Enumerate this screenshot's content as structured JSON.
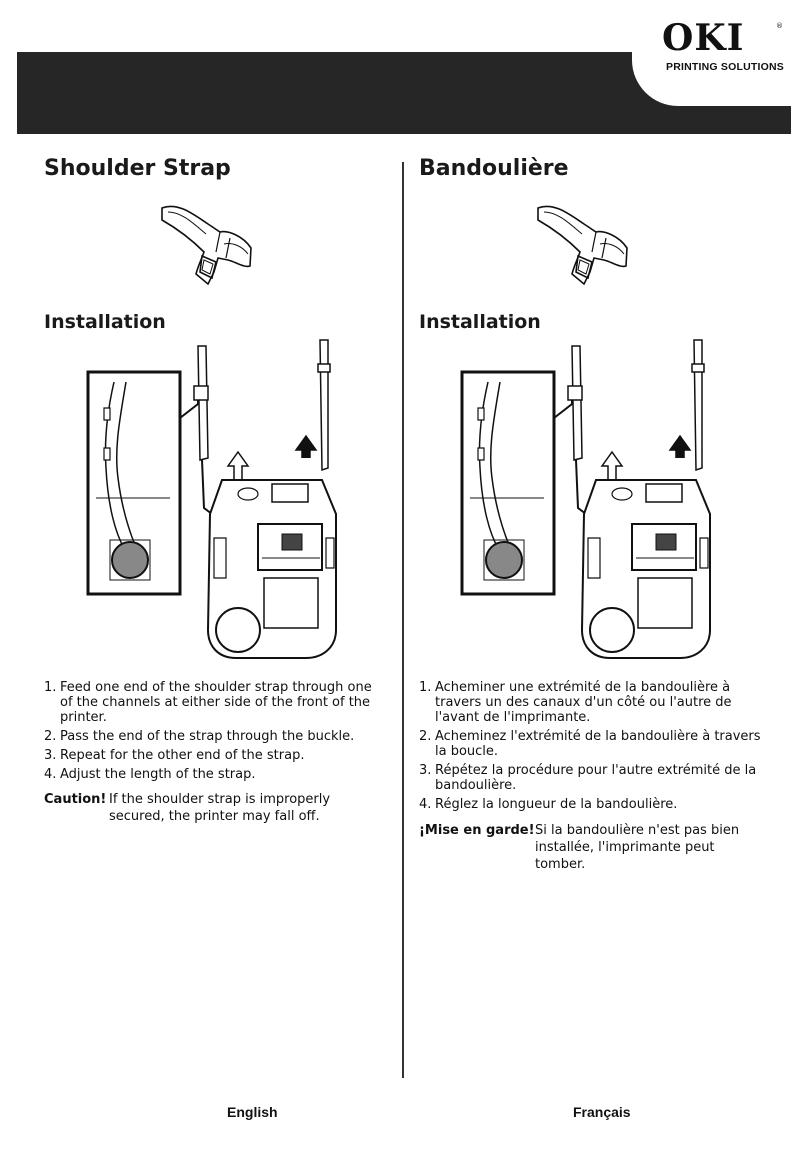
{
  "brand": {
    "logo": "OKI",
    "registered": "®",
    "tagline": "PRINTING SOLUTIONS"
  },
  "english": {
    "title": "Shoulder Strap",
    "subtitle": "Installation",
    "steps": [
      {
        "num": "1.",
        "text": "Feed one end of the shoulder strap through one of the channels at either side of the front of the printer."
      },
      {
        "num": "2.",
        "text": "Pass the end of the strap through the buckle."
      },
      {
        "num": "3.",
        "text": "Repeat for the other end of the strap."
      },
      {
        "num": "4.",
        "text": "Adjust the length of the strap."
      }
    ],
    "caution_label": "Caution!",
    "caution_text": "If the shoulder strap is improperly secured, the printer may fall off.",
    "footer": "English"
  },
  "french": {
    "title": "Bandoulière",
    "subtitle": "Installation",
    "steps": [
      {
        "num": "1.",
        "text": "Acheminer une extrémité de la bandoulière à travers un des canaux d'un côté ou l'autre de l'avant de l'imprimante."
      },
      {
        "num": "2.",
        "text": "Acheminez l'extrémité de la bandoulière à travers la boucle."
      },
      {
        "num": "3.",
        "text": "Répétez la procédure pour l'autre extrémité de la bandoulière."
      },
      {
        "num": "4.",
        "text": "Réglez la longueur de la bandoulière."
      }
    ],
    "caution_label": "¡Mise en garde!",
    "caution_text": "Si la bandoulière n'est pas bien installée, l'imprimante peut tomber.",
    "footer": "Français"
  }
}
